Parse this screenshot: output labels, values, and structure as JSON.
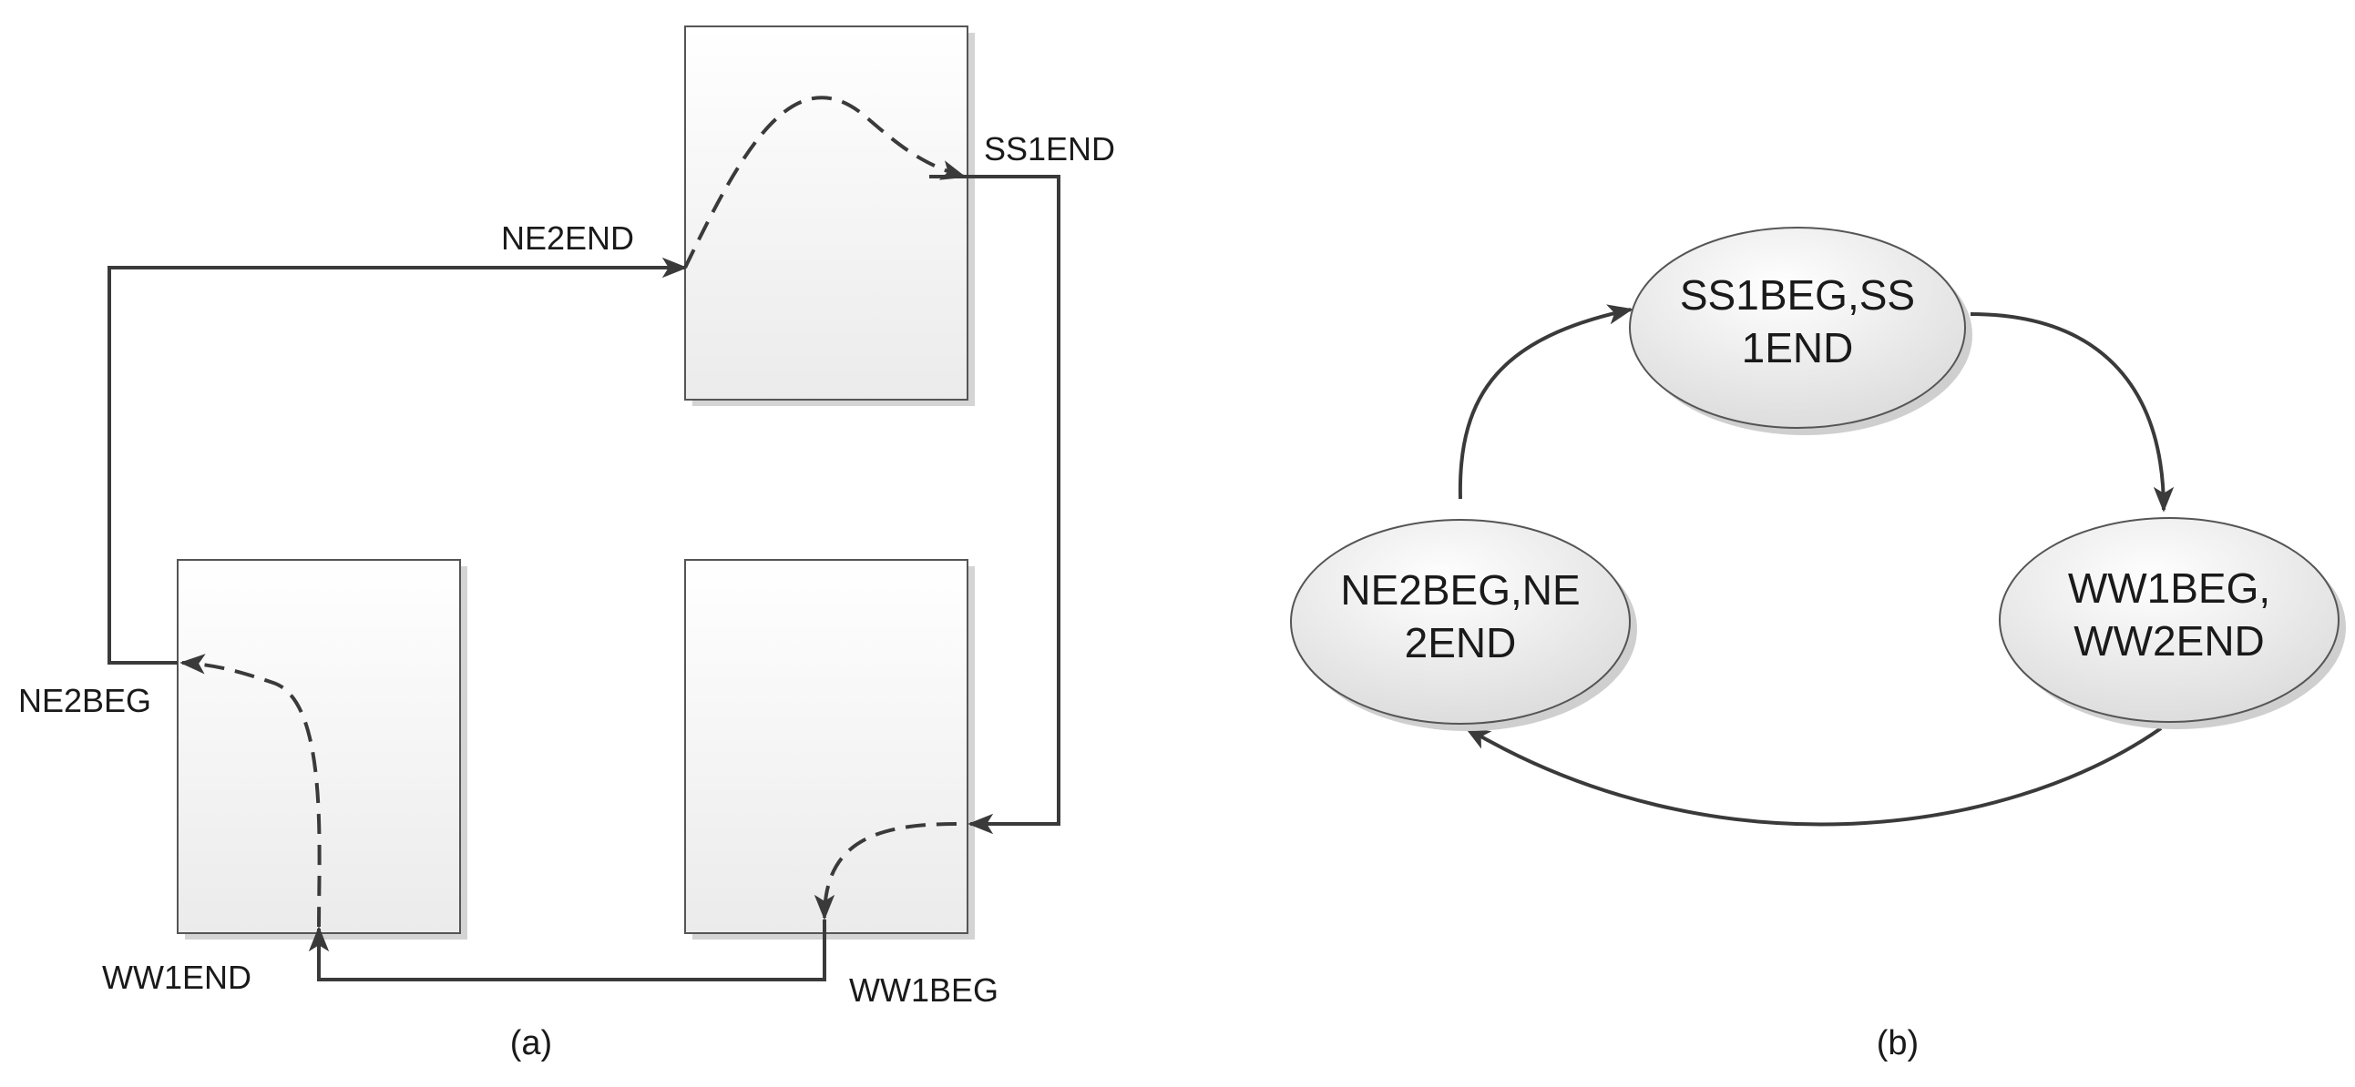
{
  "panel_a": {
    "pins": {
      "ne2end": "NE2END",
      "ss1end": "SS1END",
      "ne2beg": "NE2BEG",
      "ww1end": "WW1END",
      "ww1beg": "WW1BEG"
    },
    "caption": "(a)"
  },
  "panel_b": {
    "nodes": {
      "top": {
        "line1": "SS1BEG,SS",
        "line2": "1END"
      },
      "left": {
        "line1": "NE2BEG,NE",
        "line2": "2END"
      },
      "right": {
        "line1": "WW1BEG,",
        "line2": "WW2END"
      }
    },
    "caption": "(b)"
  },
  "colors": {
    "stroke": "#3a3a3a",
    "box_fill_top": "#ffffff",
    "box_fill_bottom": "#ececec",
    "ellipse_fill_top": "#fbfbfb",
    "ellipse_fill_bottom": "#dcdcdc"
  }
}
